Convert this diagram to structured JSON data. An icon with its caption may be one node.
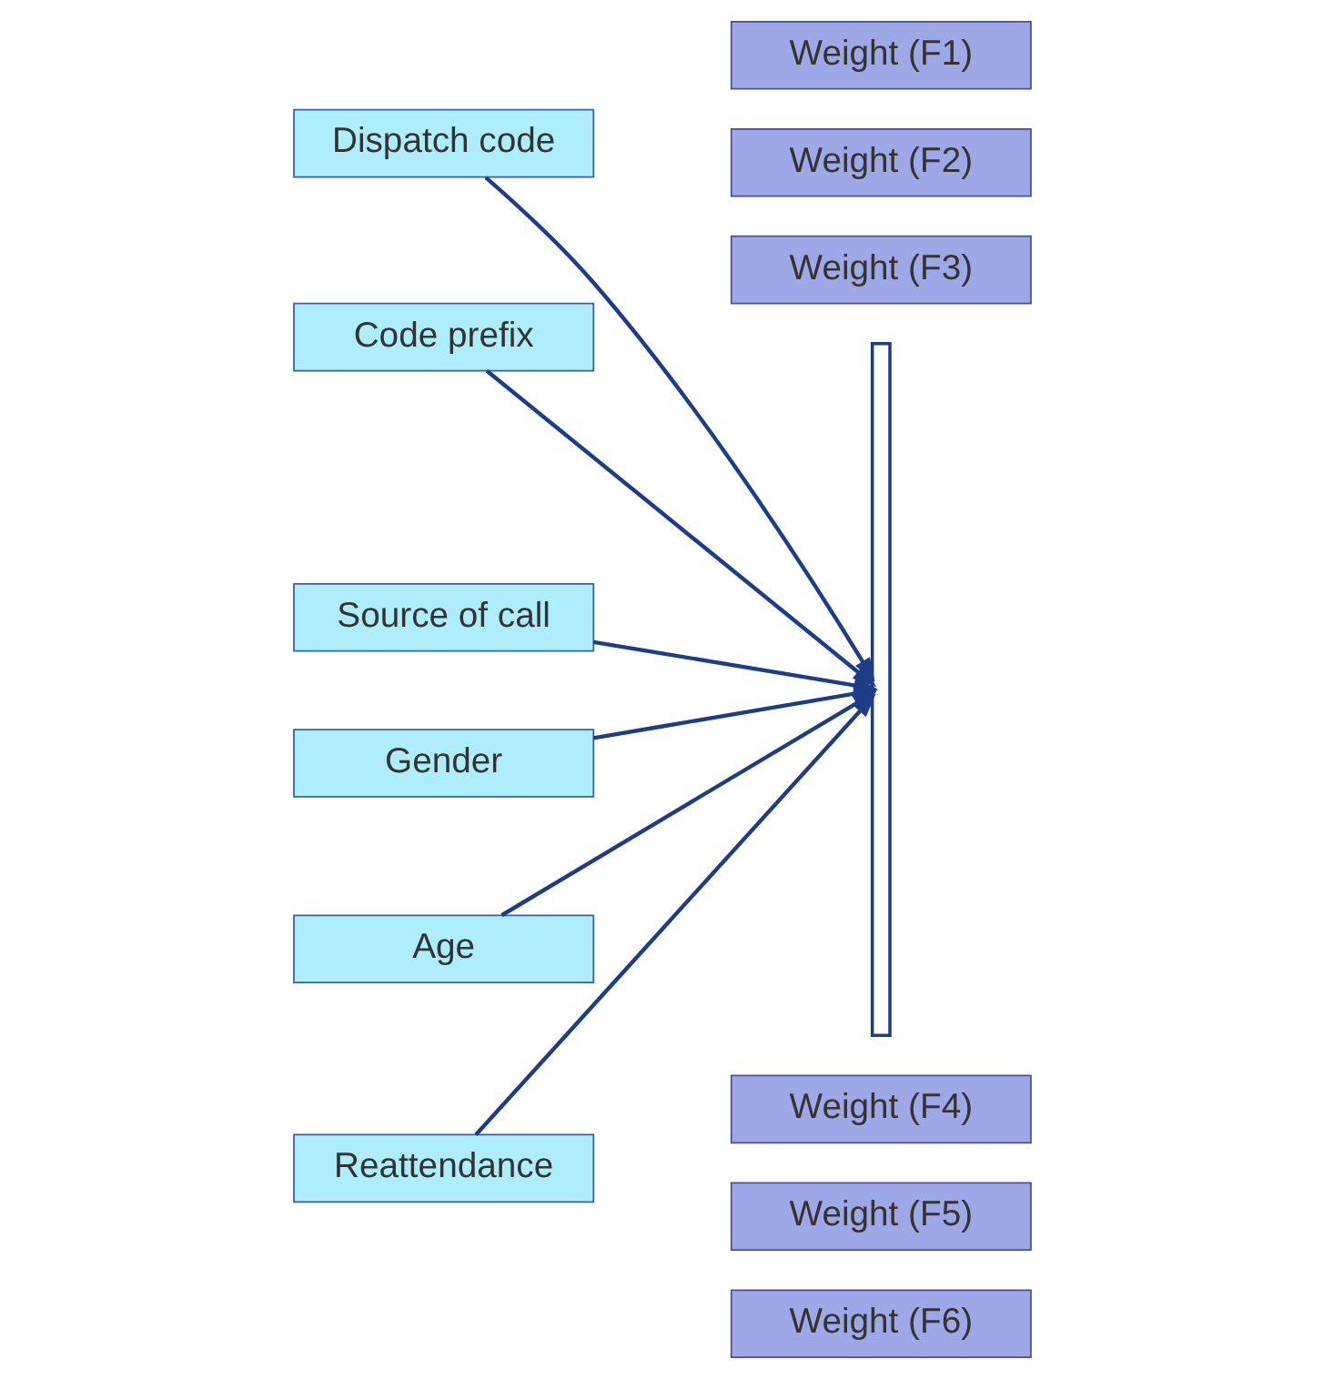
{
  "diagram": {
    "nodes": [
      {
        "text": [
          "Dispatch code"
        ]
      },
      {
        "text": [
          "Code prefix"
        ]
      },
      {
        "text": [
          "Source of call"
        ]
      },
      {
        "text": [
          "Gender"
        ]
      },
      {
        "text": [
          "Age"
        ]
      },
      {
        "text": [
          "Reattendance"
        ]
      },
      {
        "text": [
          "Weight (F1)"
        ]
      },
      {
        "text": [
          "Weight (F2)"
        ]
      },
      {
        "text": [
          "Weight (F3)"
        ]
      },
      {
        "text": [
          "Weight (F4)"
        ]
      },
      {
        "text": [
          "Weight (F5)"
        ]
      },
      {
        "text": [
          "Weight (F6)"
        ]
      },
      {
        "text": [],
        "shape": "bar"
      }
    ],
    "edges": [
      {
        "from": 0,
        "to": 12,
        "arrow": "to"
      },
      {
        "from": 1,
        "to": 12,
        "arrow": "to"
      },
      {
        "from": 2,
        "to": 12,
        "arrow": "to"
      },
      {
        "from": 3,
        "to": 12,
        "arrow": "to"
      },
      {
        "from": 4,
        "to": 12,
        "arrow": "to"
      },
      {
        "from": 5,
        "to": 12,
        "arrow": "to"
      }
    ]
  }
}
